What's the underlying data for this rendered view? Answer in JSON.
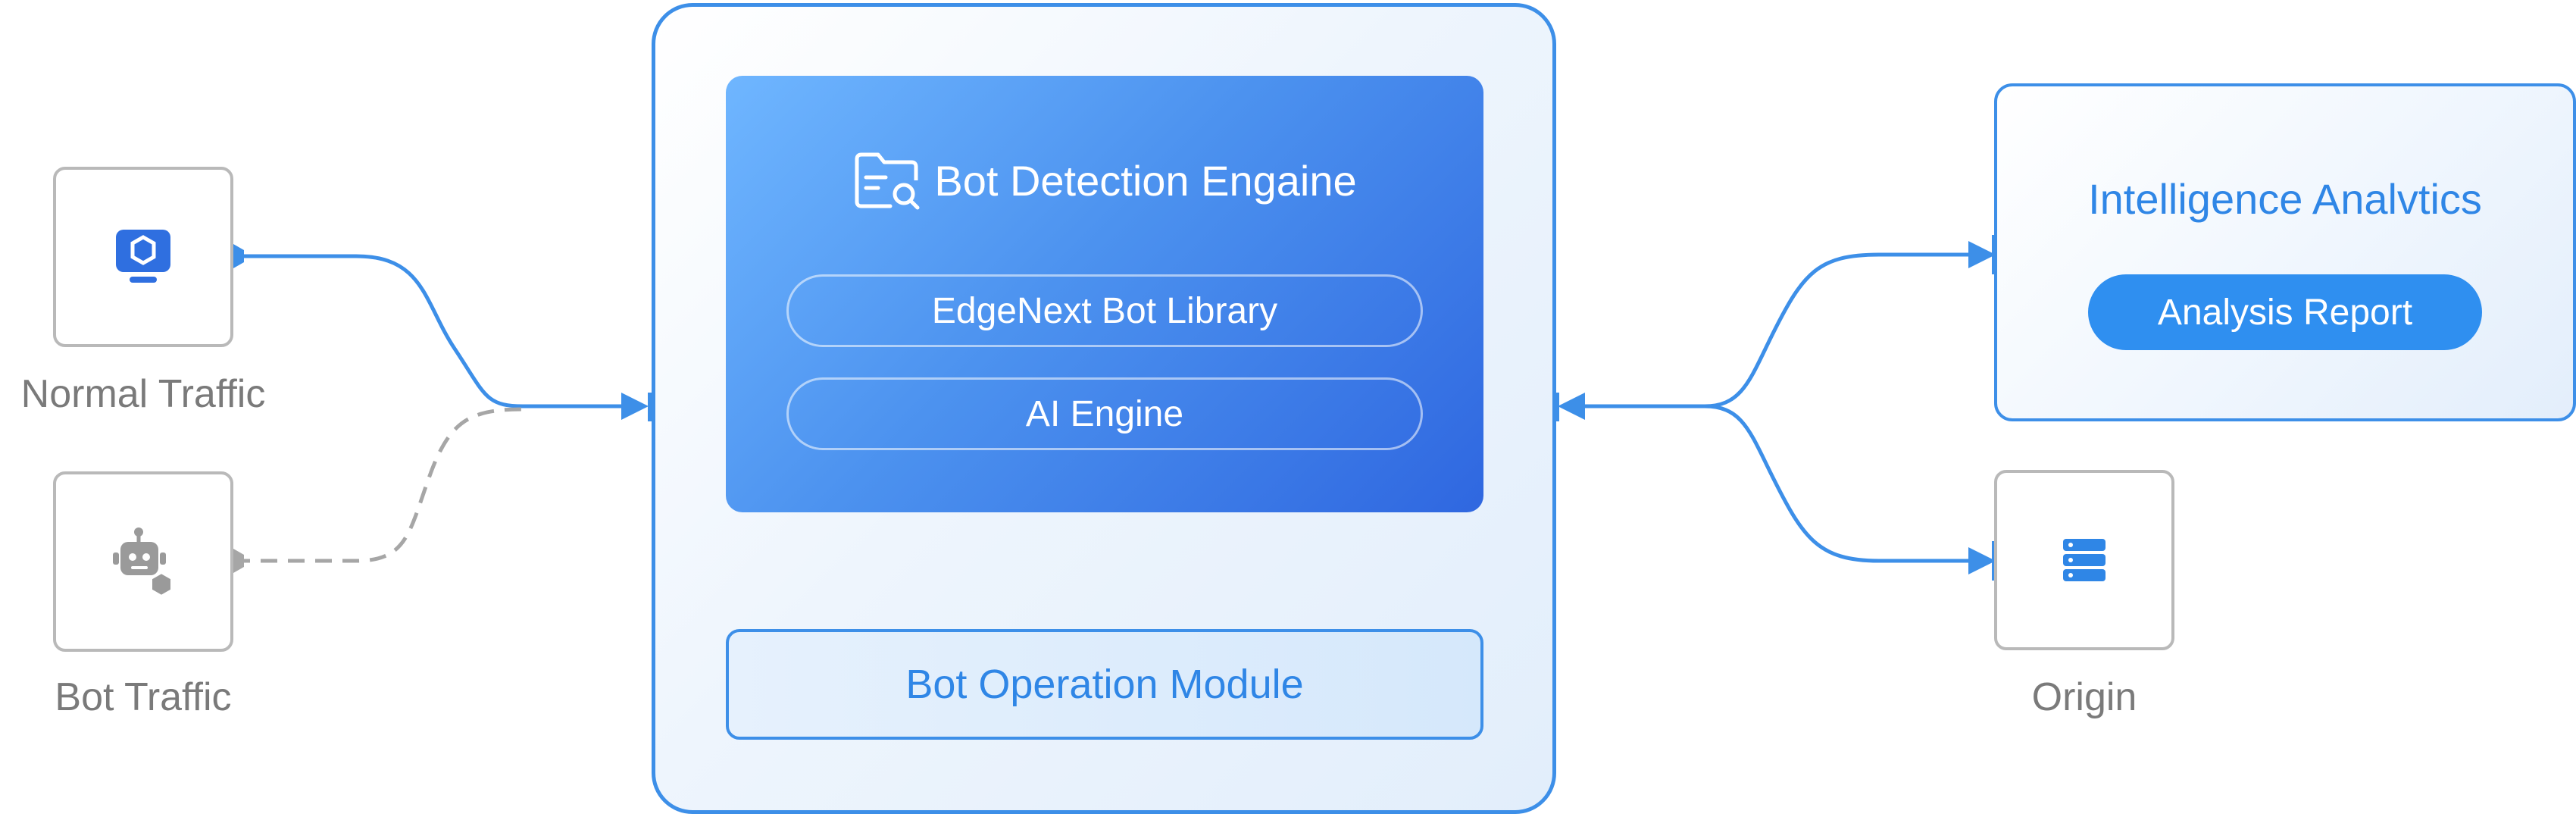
{
  "sources": {
    "normal_traffic": {
      "label": "Normal Traffic",
      "icon": "monitor-icon"
    },
    "bot_traffic": {
      "label": "Bot Traffic",
      "icon": "robot-icon"
    }
  },
  "engine": {
    "title": "Bot Detection Engaine",
    "icon": "folder-search-icon",
    "library_label": "EdgeNext Bot Library",
    "ai_label": "AI Engine"
  },
  "operation_module": {
    "label": "Bot Operation Module"
  },
  "intelligence": {
    "title": "Intelligence Analvtics",
    "report_label": "Analysis Report"
  },
  "origin": {
    "label": "Origin",
    "icon": "server-icon"
  },
  "colors": {
    "accent": "#3d8fe8",
    "accent_text": "#2f86e6",
    "engine_gradient_start": "#6fb6ff",
    "engine_gradient_end": "#2f67e0",
    "neutral_border": "#b9b9b9",
    "neutral_text": "#7a7a7a",
    "bot_connector": "#a6a6a6"
  }
}
